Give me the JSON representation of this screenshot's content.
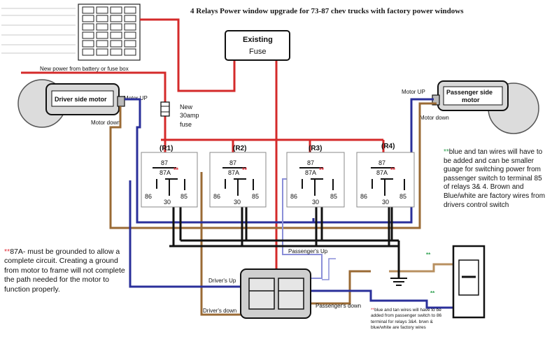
{
  "title": "4 Relays Power window upgrade for 73-87 chev trucks with factory power windows",
  "fuse_box_label": "Existing\nFuse",
  "new_power_label": "New power from battery or fuse box",
  "new_fuse_label_1": "New",
  "new_fuse_label_2": "30amp",
  "new_fuse_label_3": "fuse",
  "driver_motor_label": "Driver side motor",
  "passenger_motor_label_1": "Passenger side",
  "passenger_motor_label_2": "motor",
  "motor_up": "Motor UP",
  "motor_down": "Motor down",
  "relays": [
    {
      "name": "(R1)",
      "pin87": "87",
      "pin87a": "87A",
      "pin86": "86",
      "pin85": "85",
      "pin30": "30"
    },
    {
      "name": "(R2)",
      "pin87": "87",
      "pin87a": "87A",
      "pin86": "86",
      "pin85": "85",
      "pin30": "30"
    },
    {
      "name": "(R3)",
      "pin87": "87",
      "pin87a": "87A",
      "pin86": "86",
      "pin85": "85",
      "pin30": "30"
    },
    {
      "name": "(R4)",
      "pin87": "87",
      "pin87a": "87A",
      "pin86": "86",
      "pin85": "85",
      "pin30": "30"
    }
  ],
  "stars": "**",
  "switch_labels": {
    "drivers_up": "Driver's Up",
    "drivers_down": "Driver's down",
    "passengers_up": "Passenger's Up",
    "passengers_down": "Passenger's down"
  },
  "note_left_stars": "**",
  "note_left": "87A- must be grounded to allow a complete circuit. Creating a ground from motor to frame will not complete the path needed for the motor to function properly.",
  "note_right_stars": "**",
  "note_right": "blue and tan wires will have to be added and can be smaller guage for switching power from passenger switch to terminal 85 of relays 3& 4. Brown and Blue/white are factory wires from drivers control switch",
  "note_bottom_stars": "**",
  "note_bottom": "blue and tan wires will have to be added from passenger switch to 86 terminal for relays 3&4. brwn & blue/white are factory wires",
  "colors": {
    "red": "#d42a2a",
    "black": "#111111",
    "brown": "#9a6a34",
    "blue": "#2a2f9a",
    "tan": "#b89060",
    "gray_motor": "#d8d8d8"
  }
}
